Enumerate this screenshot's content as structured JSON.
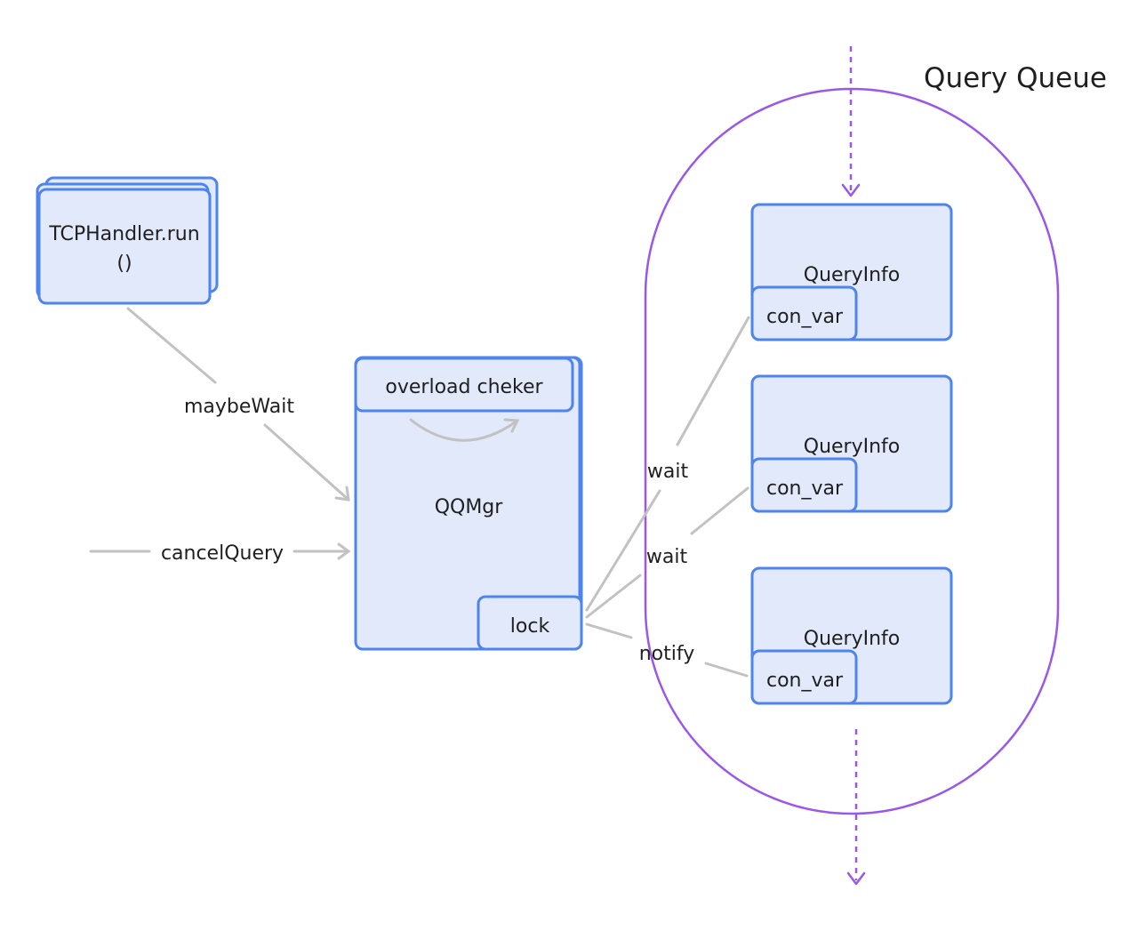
{
  "queue": {
    "title": "Query Queue"
  },
  "handler": {
    "line1": "TCPHandler.run",
    "line2": "()"
  },
  "manager": {
    "checker_label": "overload cheker",
    "title": "QQMgr",
    "lock_label": "lock"
  },
  "edges": {
    "maybe_wait": "maybeWait",
    "cancel_query": "cancelQuery",
    "wait_1": "wait",
    "wait_2": "wait",
    "notify": "notify"
  },
  "queries": [
    {
      "title": "QueryInfo",
      "cond_var": "con_var"
    },
    {
      "title": "QueryInfo",
      "cond_var": "con_var"
    },
    {
      "title": "QueryInfo",
      "cond_var": "con_var"
    }
  ],
  "colors": {
    "box_fill": "#e1e9fb",
    "box_stroke": "#4d84f0",
    "queue_stroke": "#9a57ea",
    "connector": "#c2c2c2"
  }
}
